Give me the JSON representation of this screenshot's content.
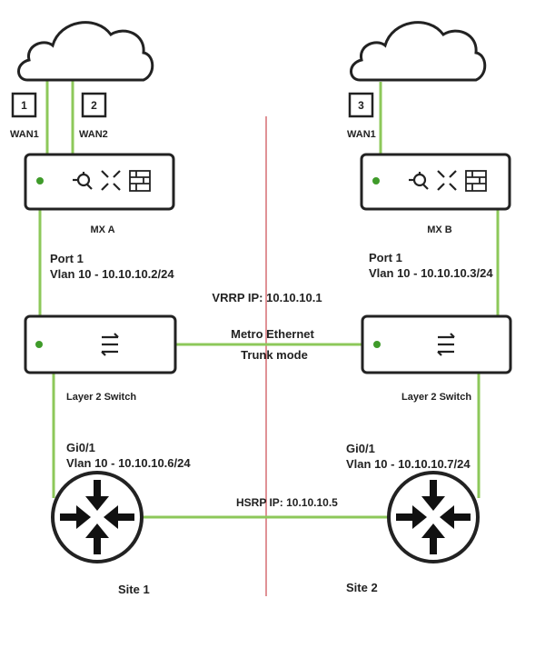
{
  "colors": {
    "link": "#8dc85a",
    "divider": "#c0262d",
    "device_stroke": "#222222",
    "status_led": "#3f9b2a",
    "router_fill": "#ffffff"
  },
  "icons": {
    "cloud": "cloud-icon",
    "mx_appliance": "security-appliance-icon",
    "switch": "switch-arrows-icon",
    "router": "router-icon"
  },
  "wan": {
    "badge_1": "1",
    "badge_2": "2",
    "badge_3": "3",
    "label_a1": "WAN1",
    "label_a2": "WAN2",
    "label_b1": "WAN1"
  },
  "mx": {
    "a_label": "MX A",
    "b_label": "MX B",
    "a_port": "Port 1",
    "a_vlan": "Vlan 10 - 10.10.10.2/24",
    "b_port": "Port 1",
    "b_vlan": "Vlan 10 - 10.10.10.3/24",
    "vrrp": "VRRP IP: 10.10.10.1"
  },
  "switches": {
    "left_label": "Layer 2 Switch",
    "right_label": "Layer 2 Switch",
    "link_line1": "Metro Ethernet",
    "link_line2": "Trunk mode"
  },
  "routers": {
    "left_port": "Gi0/1",
    "left_vlan": "Vlan 10 - 10.10.10.6/24",
    "right_port": "Gi0/1",
    "right_vlan": "Vlan 10 - 10.10.10.7/24",
    "hsrp": "HSRP IP: 10.10.10.5"
  },
  "sites": {
    "left": "Site 1",
    "right": "Site 2"
  }
}
